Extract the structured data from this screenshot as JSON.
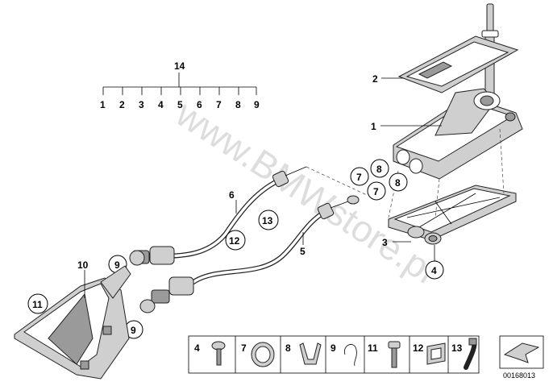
{
  "watermark": "www.BMWstore.pl",
  "group_label": "14",
  "group_items": [
    "1",
    "2",
    "3",
    "4",
    "5",
    "6",
    "7",
    "8",
    "9"
  ],
  "callouts": {
    "c1": "1",
    "c2": "2",
    "c3": "3",
    "c4": "4",
    "c5": "5",
    "c6": "6",
    "c7a": "7",
    "c7b": "7",
    "c8a": "8",
    "c8b": "8",
    "c9a": "9",
    "c9b": "9",
    "c10": "10",
    "c11": "11",
    "c12": "12",
    "c13": "13"
  },
  "legend": [
    "4",
    "7",
    "8",
    "9",
    "11",
    "12",
    "13"
  ],
  "diagram_code": "00168013"
}
